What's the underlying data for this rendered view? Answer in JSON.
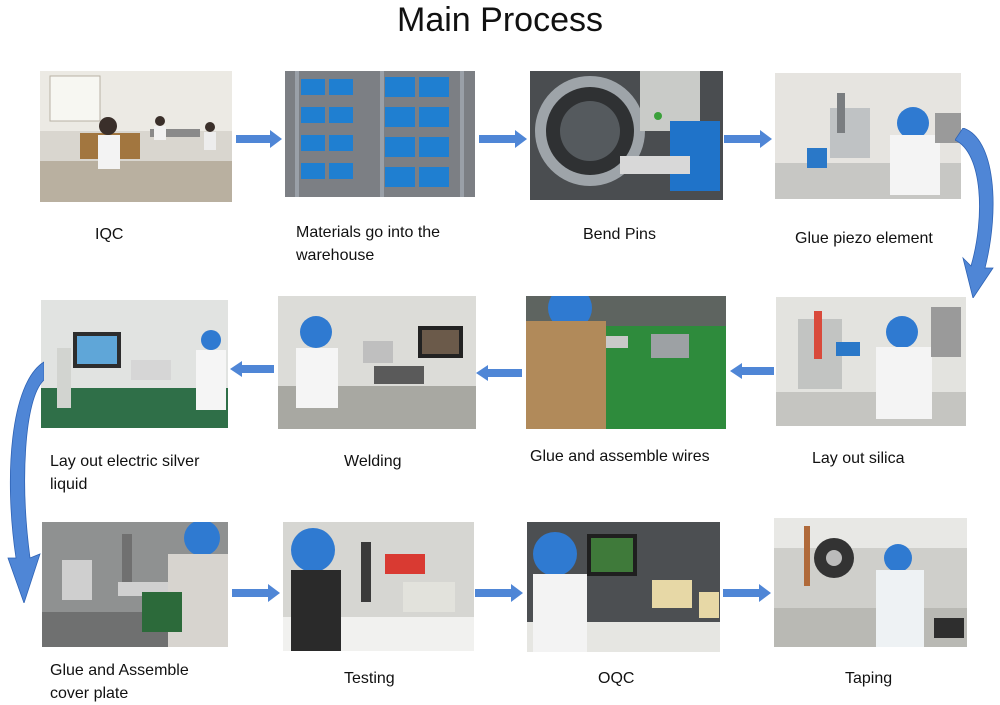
{
  "title": "Main Process",
  "steps": [
    {
      "label": "IQC"
    },
    {
      "label": "Materials go into the warehouse",
      "lines": [
        "Materials go into the",
        "warehouse"
      ]
    },
    {
      "label": "Bend Pins"
    },
    {
      "label": "Glue piezo element"
    },
    {
      "label": "Lay out silica"
    },
    {
      "label": "Glue and assemble wires"
    },
    {
      "label": "Welding"
    },
    {
      "label": "Lay out electric silver liquid",
      "lines": [
        "Lay out electric silver",
        "liquid"
      ]
    },
    {
      "label": "Glue and Assemble cover plate",
      "lines": [
        "Glue and Assemble",
        "cover plate"
      ]
    },
    {
      "label": "Testing"
    },
    {
      "label": "OQC"
    },
    {
      "label": "Taping"
    }
  ],
  "colors": {
    "arrow": "#4f86d6",
    "arrow_dark": "#2f63b5"
  }
}
